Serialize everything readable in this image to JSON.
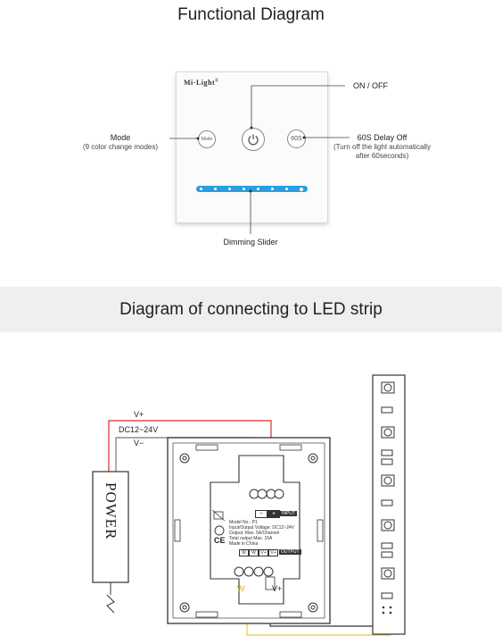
{
  "functional": {
    "title": "Functional Diagram",
    "brand": "Mi·Light",
    "brand_mark": "®",
    "mode_button": "Mode",
    "delay_button": "60S",
    "labels": {
      "onoff": "ON / OFF",
      "mode": "Mode",
      "mode_sub": "(9 color change modes)",
      "delay": "60S Delay Off",
      "delay_sub1": "(Turn off the light automatically",
      "delay_sub2": "after 60seconds)",
      "slider": "Dimming Slider"
    }
  },
  "connection": {
    "title": "Diagram of connecting to LED strip",
    "power_label": "POWER",
    "wires": {
      "vplus": "V+",
      "voltage": "DC12~24V",
      "vminus": "V−"
    },
    "input_terms": [
      "−",
      "+"
    ],
    "input_label": "INPUT",
    "output_terms": [
      "W",
      "W",
      "V+",
      "V+"
    ],
    "output_label": "OUTPUT",
    "spec_lines": [
      "Model No.: P1",
      "Input/Output Voltage: DC12~24V",
      "Output: Max. 5A/Channel",
      "Total output Max. 15A",
      "Made in China"
    ],
    "ce_mark": "CE",
    "w_label": "W",
    "vplus_label": "V+"
  },
  "colors": {
    "accent": "#2a9ee0",
    "red_wire": "#e0282e",
    "yellow_wire": "#e8c84a",
    "grey_wire": "#777777"
  }
}
